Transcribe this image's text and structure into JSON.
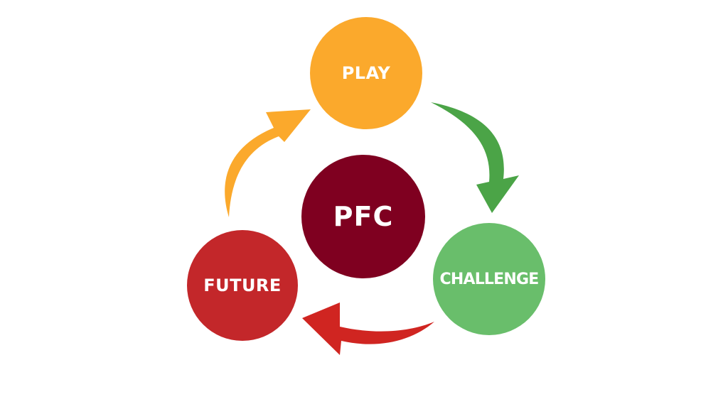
{
  "diagram": {
    "center": {
      "label": "PFC",
      "color": "#7f0020"
    },
    "stages": [
      {
        "label": "PLAY",
        "color": "#fba92c"
      },
      {
        "label": "CHALLENGE",
        "color": "#69be6b"
      },
      {
        "label": "FUTURE",
        "color": "#c3272a"
      }
    ],
    "arrows": [
      {
        "from": "PLAY",
        "to": "CHALLENGE",
        "color": "#4ba447"
      },
      {
        "from": "CHALLENGE",
        "to": "FUTURE",
        "color": "#d02521"
      },
      {
        "from": "FUTURE",
        "to": "PLAY",
        "color": "#fba92c"
      }
    ]
  }
}
